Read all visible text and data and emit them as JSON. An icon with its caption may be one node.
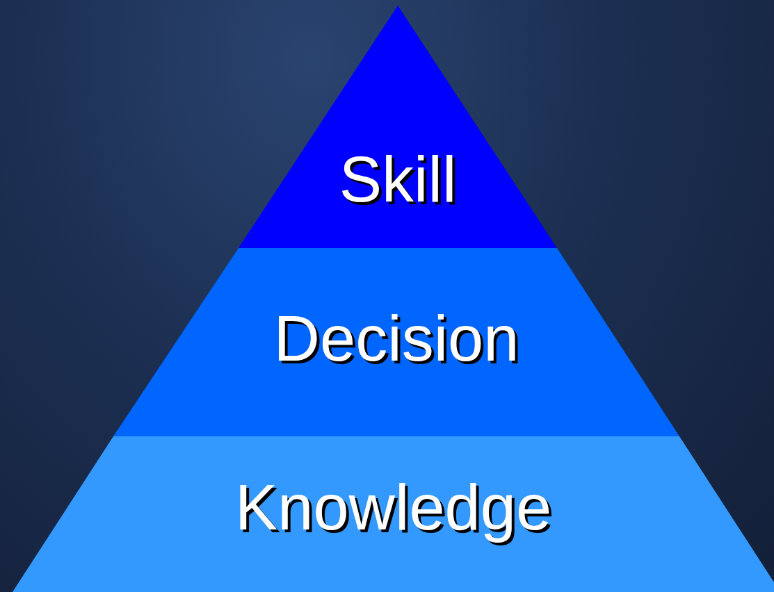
{
  "diagram": {
    "nodes": [
      {
        "text": [
          "Skill"
        ]
      },
      {
        "text": [
          "Decision"
        ]
      },
      {
        "text": [
          "Knowledge"
        ]
      }
    ]
  }
}
